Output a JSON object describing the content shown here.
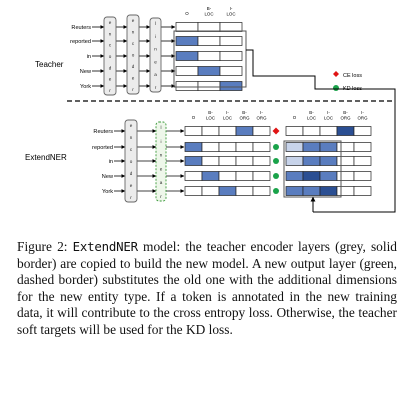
{
  "figure": {
    "teacher_label": "Teacher",
    "student_label": "ExtendNER",
    "tokens": [
      "Reuters",
      "reported",
      "in",
      "New",
      "York"
    ],
    "encoder_letters": [
      "e",
      "n",
      "c",
      "o",
      "d",
      "e",
      "r"
    ],
    "linear_letters": [
      "l",
      "i",
      "n",
      "e",
      "a",
      "r"
    ],
    "teacher_headers": [
      [
        "O"
      ],
      [
        "B-",
        "LOC"
      ],
      [
        "I-",
        "LOC"
      ]
    ],
    "student_headers": [
      [
        "O"
      ],
      [
        "B-",
        "LOC"
      ],
      [
        "I-",
        "LOC"
      ],
      [
        "B-",
        "ORG"
      ],
      [
        "I-",
        "ORG"
      ]
    ],
    "legend": {
      "ce_loss": "CE loss",
      "kd_loss": "KD loss",
      "ce_color": "#e01414",
      "kd_color": "#1aa34a"
    },
    "teacher_cells": [
      [
        0,
        0,
        0
      ],
      [
        1,
        0,
        0
      ],
      [
        1,
        0,
        0
      ],
      [
        0,
        1,
        0
      ],
      [
        0,
        0,
        1
      ]
    ],
    "student_cells": [
      [
        0,
        0,
        0,
        1,
        0
      ],
      [
        1,
        0,
        0,
        0,
        0
      ],
      [
        1,
        0,
        0,
        0,
        0
      ],
      [
        0,
        1,
        0,
        0,
        0
      ],
      [
        0,
        0,
        1,
        0,
        0
      ]
    ],
    "target_cells": [
      [
        0,
        0,
        0,
        3,
        0
      ],
      [
        2,
        1,
        1,
        0,
        0
      ],
      [
        2,
        1,
        1,
        0,
        0
      ],
      [
        1,
        3,
        1,
        0,
        0
      ],
      [
        1,
        1,
        3,
        0,
        0
      ]
    ],
    "loss_markers": [
      "ce",
      "kd",
      "kd",
      "kd",
      "kd"
    ]
  },
  "caption": {
    "label": "Figure 2: ",
    "model": "ExtendNER",
    "text": " model: the teacher encoder layers (grey, solid border) are copied to build the new model. A new output layer (green, dashed border) substitutes the old one with the additional dimensions for the new entity type. If a token is annotated in the new training data, it will contribute to the cross entropy loss. Otherwise, the teacher soft targets will be used for the KD loss."
  }
}
